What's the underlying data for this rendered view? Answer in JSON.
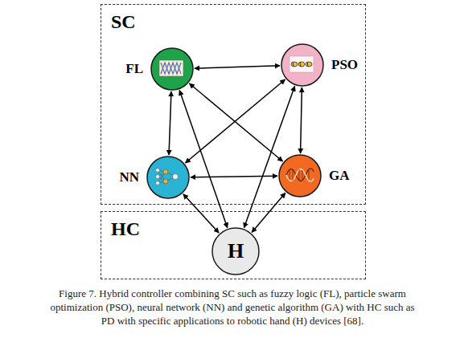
{
  "diagram": {
    "caption": "Figure 7. Hybrid controller combining SC such as fuzzy logic (FL), particle swarm optimization (PSO), neural network (NN) and genetic algorithm (GA) with HC such as PD with specific applications to robotic hand (H) devices [68].",
    "nodes": [
      {
        "text": [
          "SC"
        ]
      },
      {
        "text": [
          "FL"
        ],
        "in": 0
      },
      {
        "text": [
          "PSO"
        ],
        "in": 0
      },
      {
        "text": [
          "NN"
        ],
        "in": 0
      },
      {
        "text": [
          "GA"
        ],
        "in": 0
      },
      {
        "text": [
          "HC"
        ]
      },
      {
        "text": [
          "H"
        ],
        "in": 5
      }
    ],
    "edges": [
      {
        "from": 1,
        "to": 2,
        "arrow": "both"
      },
      {
        "from": 1,
        "to": 3,
        "arrow": "both"
      },
      {
        "from": 1,
        "to": 4,
        "arrow": "both"
      },
      {
        "from": 1,
        "to": 6,
        "arrow": "both"
      },
      {
        "from": 2,
        "to": 3,
        "arrow": "both"
      },
      {
        "from": 2,
        "to": 4,
        "arrow": "both"
      },
      {
        "from": 2,
        "to": 6,
        "arrow": "both"
      },
      {
        "from": 3,
        "to": 4,
        "arrow": "both"
      },
      {
        "from": 3,
        "to": 6,
        "arrow": "both"
      },
      {
        "from": 4,
        "to": 6,
        "arrow": "both"
      }
    ]
  }
}
